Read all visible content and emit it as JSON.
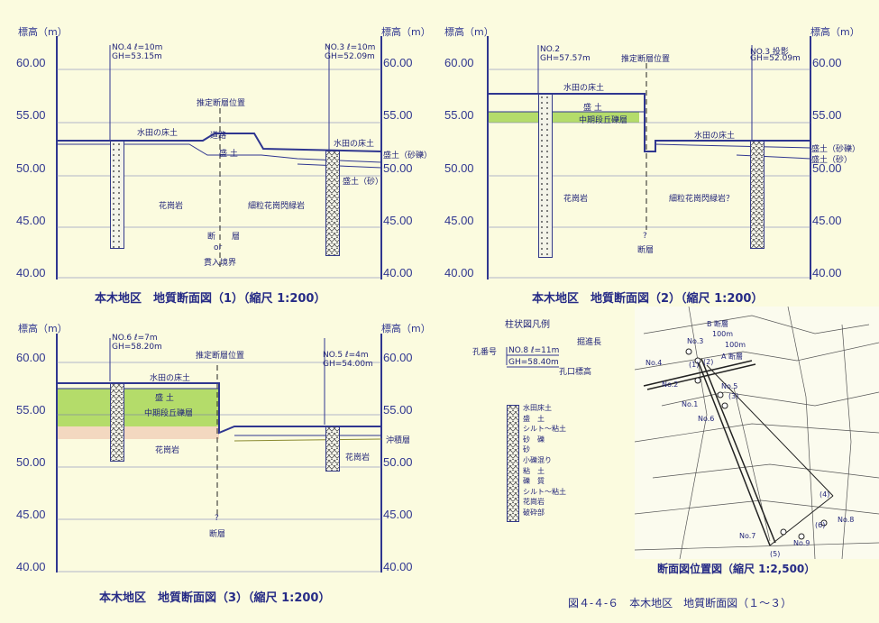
{
  "figure_caption": "図４-４-６　本木地区　地質断面図（１～３）",
  "axis_header": "標高（m）",
  "axis_ticks": [
    "60.00",
    "55.00",
    "50.00",
    "45.00",
    "40.00"
  ],
  "section1": {
    "caption": "本木地区　地質断面図（1）（縮尺 1:200）",
    "bh_left_line1": "NO.4 ℓ=10m",
    "bh_left_line2": "GH=53.15m",
    "bh_right_line1": "NO.3 ℓ=10m",
    "bh_right_line2": "GH=52.09m",
    "fault_pos": "推定断層位置",
    "paddy_left": "水田の床土",
    "road": "道路",
    "fill": "盛 土",
    "paddy_right": "水田の床土",
    "fill_gravel": "盛土（砂礫）",
    "fill_sand": "盛土（砂）",
    "granite": "花崗岩",
    "fine_granite": "細粒花崗閃緑岩",
    "fault": "断　　層",
    "or": "or",
    "intrusion": "貫入境界"
  },
  "section2": {
    "caption": "本木地区　地質断面図（2）（縮尺 1:200）",
    "bh_left_line1": "NO.2",
    "bh_left_line2": "GH=57.57m",
    "bh_right_line1": "NO.3 投影",
    "bh_right_line2": "GH=52.09m",
    "fault_pos": "推定断層位置",
    "paddy_left": "水田の床土",
    "fill_left": "盛 土",
    "gravel": "中期段丘礫層",
    "paddy_right": "水田の床土",
    "fill_gravel": "盛土（砂礫）",
    "fill_sand": "盛土（砂）",
    "granite": "花崗岩",
    "fine_granite": "細粒花崗閃緑岩？",
    "question": "?",
    "fault": "断層"
  },
  "section3": {
    "caption": "本木地区　地質断面図（3）（縮尺 1:200）",
    "bh_left_line1": "NO.6 ℓ=7m",
    "bh_left_line2": "GH=58.20m",
    "bh_right_line1": "NO.5 ℓ=4m",
    "bh_right_line2": "GH=54.00m",
    "fault_pos": "推定断層位置",
    "paddy": "水田の床土",
    "fill": "盛 土",
    "gravel": "中期段丘礫層",
    "alluvium": "沖積層",
    "granite_left": "花崗岩",
    "granite_right": "花崗岩",
    "question": "?",
    "fault": "断層"
  },
  "legend": {
    "title": "柱状図凡例",
    "hole_no": "孔番号",
    "length": "掘進長",
    "sample1": "NO.8 ℓ=11m",
    "sample2": "GH=58.40m",
    "collar": "孔口標高",
    "items": [
      "水田床土",
      "盛　土",
      "シルト～粘土",
      "砂　礫",
      "砂",
      "小礫混り",
      "粘　土",
      "礫　質",
      "シルト～粘土",
      "花崗岩",
      "破砕部"
    ]
  },
  "map": {
    "caption": "断面図位置図（縮尺 1:2,500）",
    "labels": [
      "No.3",
      "No.4",
      "No.2",
      "No.1",
      "No.5",
      "No.6",
      "No.7",
      "No.8",
      "No.9",
      "(1)",
      "(2)",
      "(3)",
      "(4)",
      "(5)",
      "(6)",
      "B 断層",
      "A 断層",
      "100m",
      "100m"
    ]
  }
}
